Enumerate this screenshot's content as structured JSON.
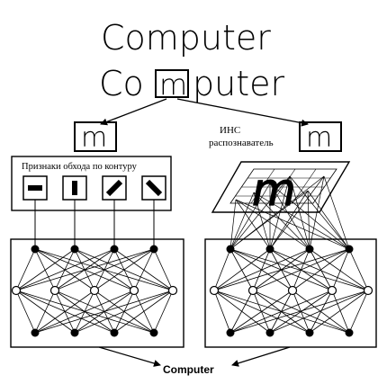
{
  "handwriting": {
    "word_line1": "Computer",
    "word_line2_before": "Co",
    "word_line2_boxed": "m",
    "word_line2_after": "puter"
  },
  "left_branch": {
    "letter": "m",
    "features_title": "Признаки обхода по контуру",
    "feature_icons": [
      "horizontal-stroke-icon",
      "vertical-stroke-icon",
      "diagonal-stroke-up-icon",
      "diagonal-stroke-down-icon"
    ]
  },
  "right_branch": {
    "label_line1": "ИНС",
    "label_line2": "распознаватель",
    "letter": "m",
    "grid_letter": "m"
  },
  "output_label": "Computer"
}
